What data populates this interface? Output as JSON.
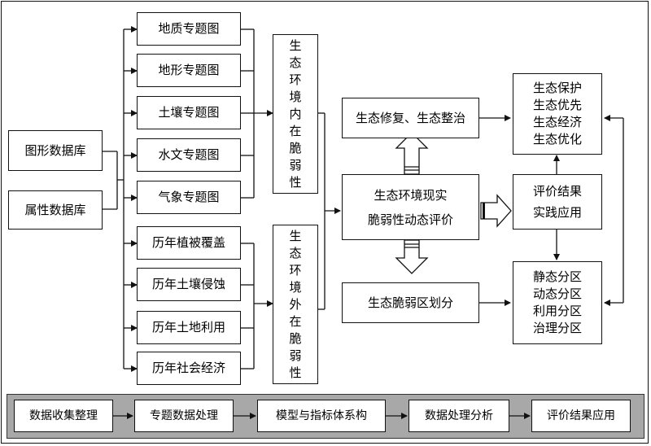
{
  "sources": {
    "graphic_db": "图形数据库",
    "attribute_db": "属性数据库"
  },
  "thematic_maps": [
    "地质专题图",
    "地形专题图",
    "土壤专题图",
    "水文专题图",
    "气象专题图"
  ],
  "historical": [
    "历年植被覆盖",
    "历年土壤侵蚀",
    "历年土地利用",
    "历年社会经济"
  ],
  "internal_fragility": [
    "生",
    "态",
    "环",
    "境",
    "内",
    "在",
    "脆",
    "弱",
    "性"
  ],
  "external_fragility": [
    "生",
    "态",
    "环",
    "境",
    "外",
    "在",
    "脆",
    "弱",
    "性"
  ],
  "center": {
    "line1": "生态环境现实",
    "line2": "脆弱性动态评价"
  },
  "restoration": "生态修复、生态整治",
  "zoning": "生态脆弱区划分",
  "protection": [
    "生态保护",
    "生态优先",
    "生态经济",
    "生态优化"
  ],
  "application": [
    "评价结果",
    "实践应用"
  ],
  "regions": [
    "静态分区",
    "动态分区",
    "利用分区",
    "治理分区"
  ],
  "workflow": [
    "数据收集整理",
    "专题数据处理",
    "模型与指标体系构",
    "数据处理分析",
    "评价结果应用"
  ]
}
